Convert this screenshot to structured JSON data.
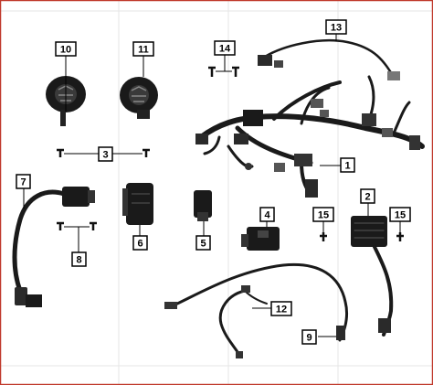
{
  "callouts": {
    "c1": "1",
    "c2": "2",
    "c3": "3",
    "c4": "4",
    "c5": "5",
    "c6": "6",
    "c7": "7",
    "c8": "8",
    "c9": "9",
    "c10": "10",
    "c11": "11",
    "c12": "12",
    "c13": "13",
    "c14": "14",
    "c15a": "15",
    "c15b": "15"
  },
  "colors": {
    "frame_border": "#c0392b",
    "grid_line": "#e6e6e6",
    "part_dark": "#1a1a1a",
    "part_mid": "#444444",
    "label_box": "#000000"
  }
}
